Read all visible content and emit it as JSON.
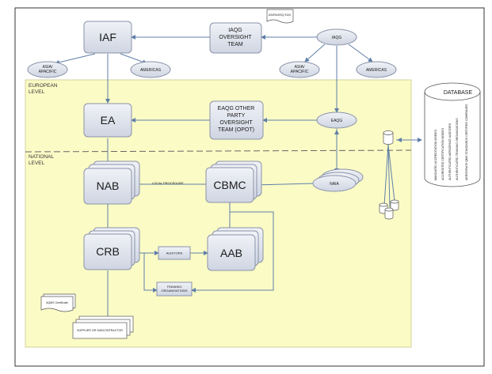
{
  "zones": {
    "european": "EUROPEAN\nLEVEL",
    "national": "NATIONAL\nLEVEL"
  },
  "nodes": {
    "iaf": "IAF",
    "iaqg_oversight": "IAQG\nOVERSIGHT\nTEAM",
    "asen_doc": "AS/EN/JISQ 9104",
    "iaqg": "IAQG",
    "asia_left": "ASIA/\nAPACIFIC",
    "americas_left": "AMERICAS",
    "asia_right": "ASIA/\nAPACIFIC",
    "americas_right": "AMERICAS",
    "ea": "EA",
    "eaqg_opot": "EAQG OTHER\nPARTY\nOVERSIGHT\nTEAM (OPOT)",
    "eaqg": "EAQG",
    "nab": "NAB",
    "cbmc": "CBMC",
    "naia": "NAIA",
    "local_procedure": "LOCAL PROCEDURE",
    "crb": "CRB",
    "auditors": "AUDITORS",
    "aab": "AAB",
    "training": "TRAINING\nORGANISATIONS",
    "aqms": "AQMS Certificate",
    "supplier": "SUPPLIER OR SUBCONTRACTOR"
  },
  "database": {
    "title": "DATABASE",
    "items": [
      "MANDATED ACCREDITATION BODIES",
      "ACCREDITED CERTIFICATION BODIES",
      "AUTHENTICATED AEROSPACE AUDITORS",
      "AUTHENTICATED TRAINING ORGANISATIONS",
      "AEROSPACE QMS STANDARDS CERTIFIED COMPANIES"
    ]
  },
  "colors": {
    "zone_fill": "#fbfbc6",
    "box_fill": "#dfe3ec",
    "box_stroke": "#8a93a8",
    "arrow": "#5f7fa8"
  }
}
